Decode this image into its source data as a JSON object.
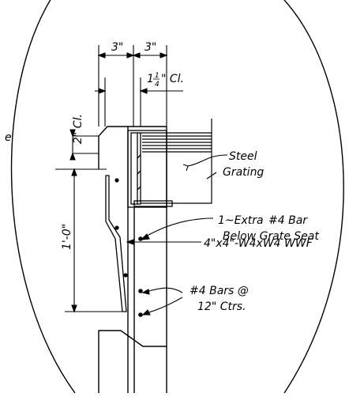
{
  "dimensions": {
    "top_left": "3\"",
    "top_right": "3\"",
    "clear_cover_grate": {
      "whole": "1",
      "num": "1",
      "den": "4",
      "suffix": "\" Cl."
    },
    "clear_cover_top": "2\" Cl.",
    "height": "1'-0\""
  },
  "labels": {
    "steel_grating_line1": "Steel",
    "steel_grating_line2": "Grating",
    "extra_bar_line1": "1~Extra",
    "extra_bar_line2": "#4 Bar",
    "extra_bar_line3": "Below Grate Seat",
    "wwf": "4\"x4\"-W4xW4 WWF",
    "bars_line1": "#4 Bars @",
    "bars_line2": "12\" Ctrs.",
    "edge_fragment": "e"
  },
  "colors": {
    "ink": "#000000",
    "paper": "#ffffff"
  }
}
